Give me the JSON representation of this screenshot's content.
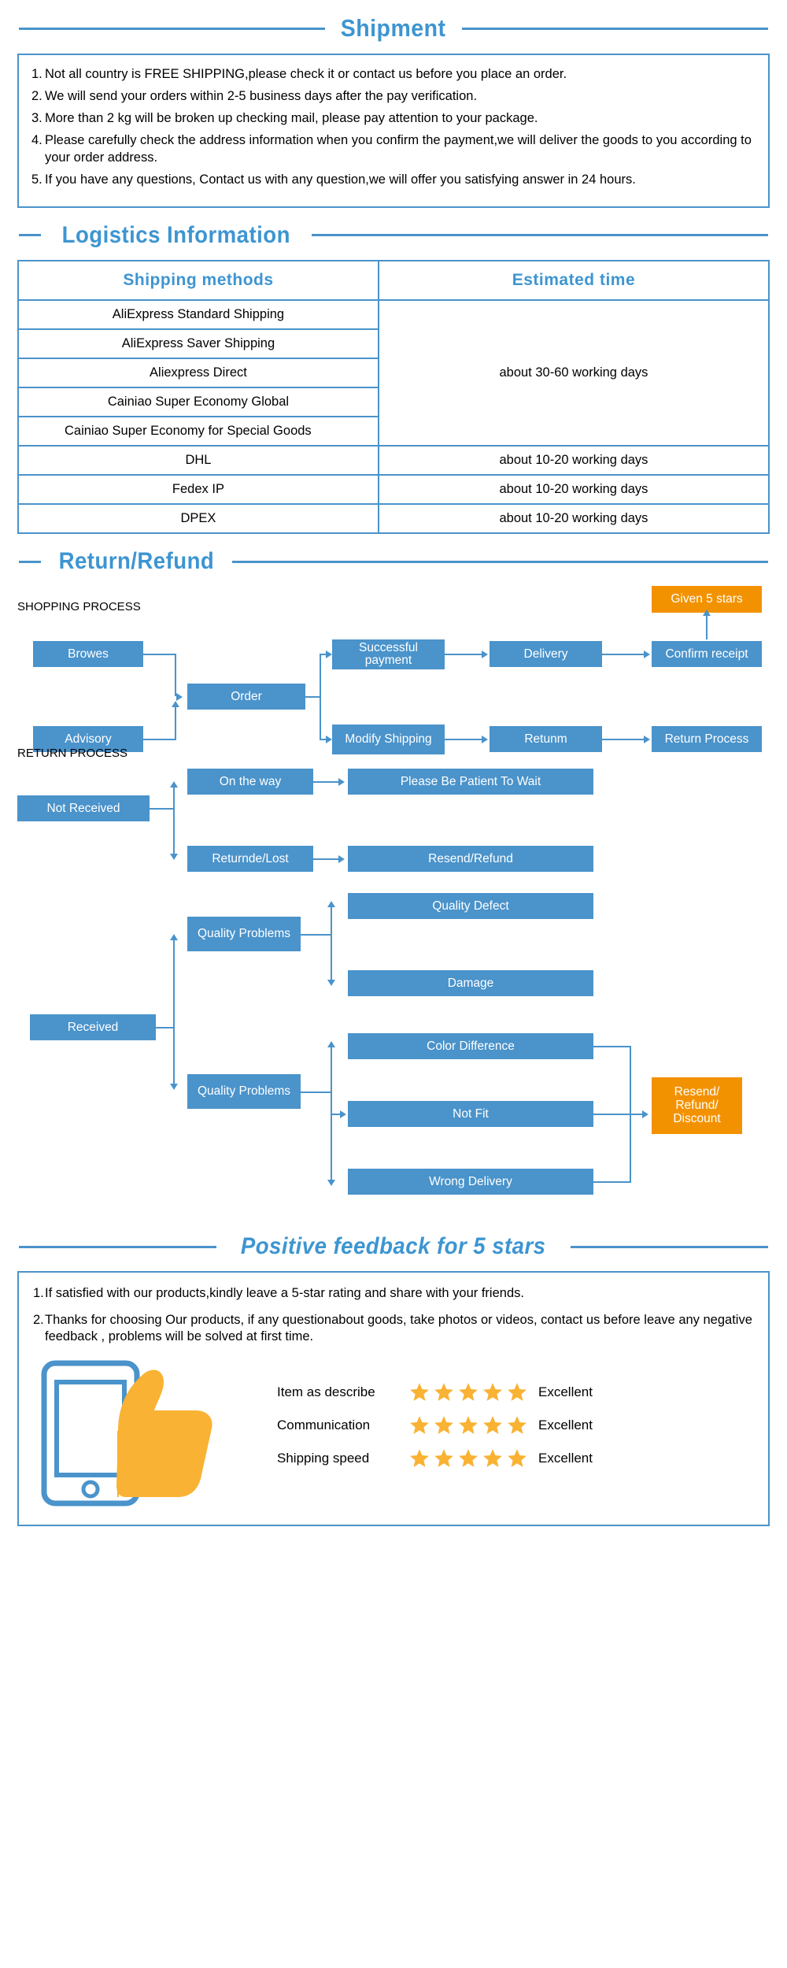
{
  "colors": {
    "blue": "#4a93cb",
    "orange": "#f39200",
    "title_blue": "#3d95d1"
  },
  "shipment": {
    "heading": "Shipment",
    "items": [
      {
        "num": "1.",
        "text": "Not all country is FREE SHIPPING,please check it or contact us before you place an order."
      },
      {
        "num": "2.",
        "text": "We will send your orders within 2-5 business days after the pay verification."
      },
      {
        "num": "3.",
        "text": "More than 2 kg will be broken up checking mail, please pay attention to your package."
      },
      {
        "num": "4.",
        "text": "Please carefully check the address information when you confirm the payment,we will deliver the goods to you according to your order address."
      },
      {
        "num": "5.",
        "text": "If you have any questions, Contact us with any question,we will offer you satisfying answer in 24 hours."
      }
    ]
  },
  "logistics": {
    "heading": "Logistics  Information",
    "columns": [
      "Shipping  methods",
      "Estimated  time"
    ],
    "rows": [
      {
        "method": "AliExpress Standard Shipping",
        "time": "about 30-60 working days",
        "grouped": true
      },
      {
        "method": "AliExpress Saver Shipping",
        "grouped": true
      },
      {
        "method": "Aliexpress Direct",
        "grouped": true
      },
      {
        "method": "Cainiao Super Economy Global",
        "grouped": true
      },
      {
        "method": "Cainiao Super Economy for Special Goods",
        "grouped": true
      },
      {
        "method": "DHL",
        "time": "about 10-20  working days"
      },
      {
        "method": "Fedex IP",
        "time": "about 10-20  working days"
      },
      {
        "method": "DPEX",
        "time": "about 10-20  working days"
      }
    ]
  },
  "return_refund": {
    "heading": "Return/Refund",
    "shopping_label": "SHOPPING PROCESS",
    "return_label": "RETURN PROCESS",
    "shopping_nodes": {
      "browes": "Browes",
      "advisory": "Advisory",
      "order": "Order",
      "successful_payment": "Successful payment",
      "modify_shipping": "Modify Shipping",
      "delivery": "Delivery",
      "retunm": "Retunm",
      "confirm_receipt": "Confirm receipt",
      "return_process": "Return Process",
      "given_5_stars": "Given 5 stars"
    },
    "return_nodes": {
      "not_received": "Not Received",
      "on_the_way": "On the way",
      "please_be_patient": "Please Be Patient To Wait",
      "returnde_lost": "Returnde/Lost",
      "resend_refund": "Resend/Refund",
      "received": "Received",
      "quality_problems_1": "Quality Problems",
      "quality_problems_2": "Quality Problems",
      "quality_defect": "Quality Defect",
      "damage": "Damage",
      "color_difference": "Color Difference",
      "not_fit": "Not Fit",
      "wrong_delivery": "Wrong Delivery",
      "resend_refund_discount": "Resend/ Refund/ Discount"
    }
  },
  "feedback": {
    "heading": "Positive feedback for 5 stars",
    "items": [
      {
        "num": "1.",
        "text": "If satisfied with our products,kindly leave a 5-star rating and share with your friends."
      },
      {
        "num": "2.",
        "text": "Thanks for choosing Our products, if any questionabout goods, take photos or videos, contact us before leave any negative feedback , problems will be solved at first time."
      }
    ],
    "ratings": [
      {
        "name": "Item as describe",
        "stars": 5,
        "value": "Excellent"
      },
      {
        "name": "Communication",
        "stars": 5,
        "value": "Excellent"
      },
      {
        "name": "Shipping speed",
        "stars": 5,
        "value": "Excellent"
      }
    ]
  }
}
